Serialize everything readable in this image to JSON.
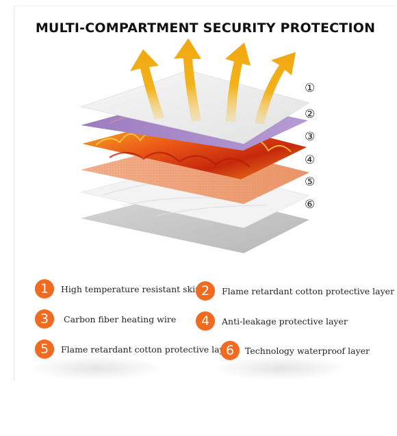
{
  "title": "MULTI-COMPARTMENT SECURITY PROTECTION",
  "layer_numbers": [
    "①",
    "②",
    "③",
    "④",
    "⑤",
    "⑥"
  ],
  "legend": [
    {
      "num": "1",
      "text": "High temperature resistant skin"
    },
    {
      "num": "2",
      "text": "Flame retardant cotton protective layer"
    },
    {
      "num": "3",
      "text": "Carbon fiber heating wire"
    },
    {
      "num": "4",
      "text": "Anti-leakage protective layer"
    },
    {
      "num": "5",
      "text": "Flame retardant cotton protective layer"
    },
    {
      "num": "6",
      "text": "Technology waterproof layer"
    }
  ],
  "colors": {
    "badge": "#f06a20",
    "arrow": "#f3b21a",
    "layer_top": "#ededed",
    "layer_purple": "#a98ac6",
    "layer_flame": "#e8531a",
    "layer_copper": "#f0a27a",
    "layer_white": "#f4f4f4",
    "layer_gray": "#c9c9c9"
  },
  "icons": [
    "heat-arrow-icon",
    "number-badge-icon"
  ]
}
